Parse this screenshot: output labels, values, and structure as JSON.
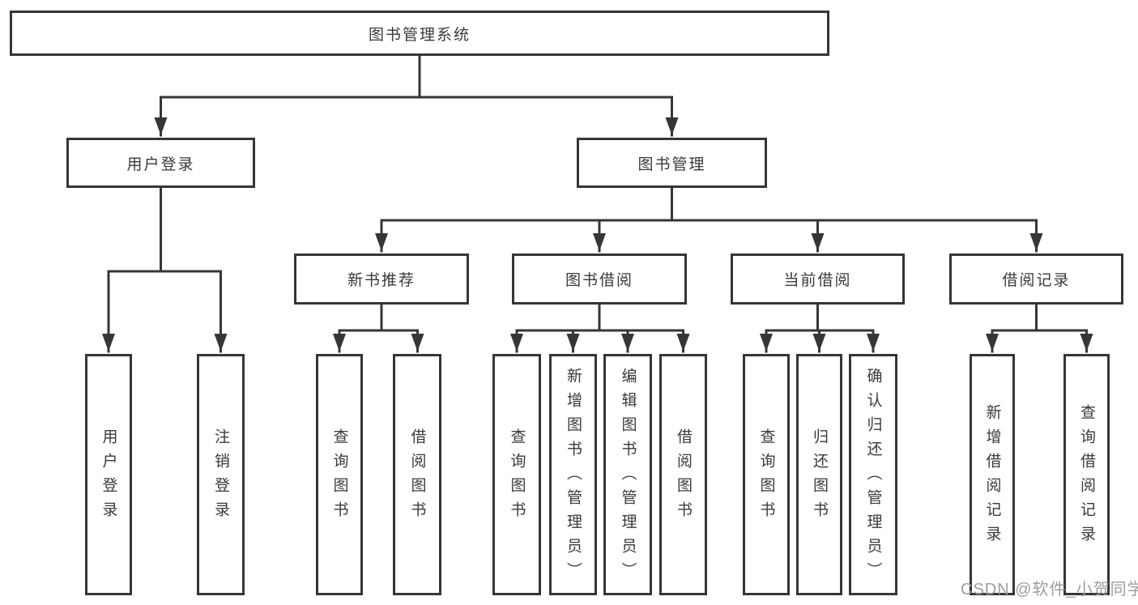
{
  "diagram_type": "hierarchy-tree",
  "tree": {
    "label": "图书管理系统",
    "children": [
      {
        "label": "用户登录",
        "children": [
          {
            "label": "用户登录"
          },
          {
            "label": "注销登录"
          }
        ]
      },
      {
        "label": "图书管理",
        "children": [
          {
            "label": "新书推荐",
            "children": [
              {
                "label": "查询图书"
              },
              {
                "label": "借阅图书"
              }
            ]
          },
          {
            "label": "图书借阅",
            "children": [
              {
                "label": "查询图书"
              },
              {
                "label": "新增图书（管理员）"
              },
              {
                "label": "编辑图书（管理员）"
              },
              {
                "label": "借阅图书"
              }
            ]
          },
          {
            "label": "当前借阅",
            "children": [
              {
                "label": "查询图书"
              },
              {
                "label": "归还图书"
              },
              {
                "label": "确认归还（管理员）"
              }
            ]
          },
          {
            "label": "借阅记录",
            "children": [
              {
                "label": "新增借阅记录"
              },
              {
                "label": "查询借阅记录"
              }
            ]
          }
        ]
      }
    ]
  },
  "watermark": {
    "text": "CSDN @软件_小贺同学"
  },
  "colors": {
    "line": "#363636",
    "box_border": "#363636",
    "box_background": "#ffffff",
    "text": "#3a3a3a",
    "watermark": "#9e9e9e",
    "page_background": "#ffffff"
  }
}
